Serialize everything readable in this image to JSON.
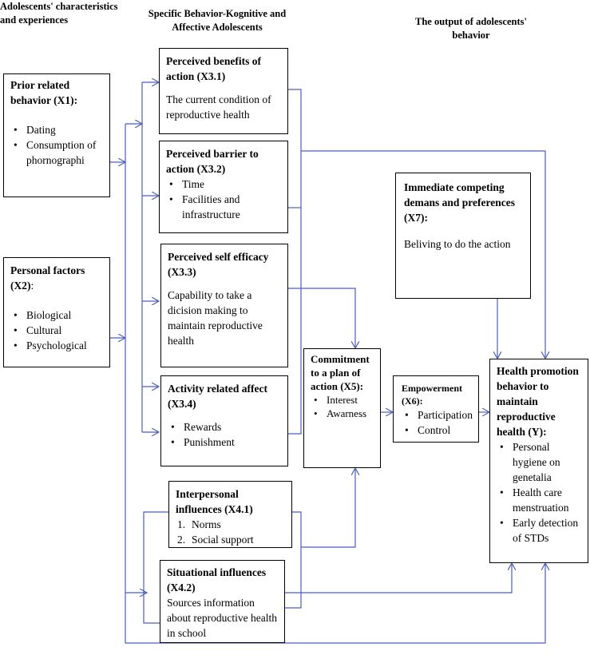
{
  "headers": {
    "col1": "Adolescents' characteristics and experiences",
    "col2": "Specific Behavior-Kognitive and Affective Adolescents",
    "col3": "The output of adolescents' behavior"
  },
  "boxes": {
    "x1": {
      "title": "Prior related behavior (X1):",
      "items": [
        "Dating",
        "Consumption of phornographi"
      ]
    },
    "x2": {
      "title_bold": "Personal factors (X2)",
      "title_rest": ":",
      "items": [
        "Biological",
        "Cultural",
        "Psychological"
      ]
    },
    "x31": {
      "title": "Perceived benefits of action (X3.1)",
      "text": "The current condition of reproductive health"
    },
    "x32": {
      "title": "Perceived barrier to action (X3.2)",
      "items": [
        "Time",
        "Facilities and infrastructure"
      ]
    },
    "x33": {
      "title": "Perceived self efficacy (X3.3)",
      "text": "Capability to take a dicision making to maintain reproductive health"
    },
    "x34": {
      "title": "Activity related affect (X3.4)",
      "items": [
        "Rewards",
        "Punishment"
      ]
    },
    "x41": {
      "title": "Interpersonal influences (X4.1)",
      "items": [
        "Norms",
        "Social support"
      ]
    },
    "x42": {
      "title": "Situational influences (X4.2)",
      "text": "Sources information about reproductive health in school"
    },
    "x5": {
      "title": "Commitment to a plan of action (X5):",
      "items": [
        "Interest",
        "Awarness"
      ]
    },
    "x6": {
      "title": "Empowerment (X6):",
      "items": [
        "Participation",
        "Control"
      ]
    },
    "x7": {
      "title": "Immediate competing demans and preferences (X7):",
      "text": "Beliving to do the action"
    },
    "y": {
      "title": "Health promotion behavior to maintain reproductive health (Y):",
      "items": [
        "Personal hygiene on genetalia",
        "Health care menstruation",
        "Early detection of STDs"
      ]
    }
  },
  "colors": {
    "connector": "#4a5fc1",
    "border": "#000000"
  }
}
